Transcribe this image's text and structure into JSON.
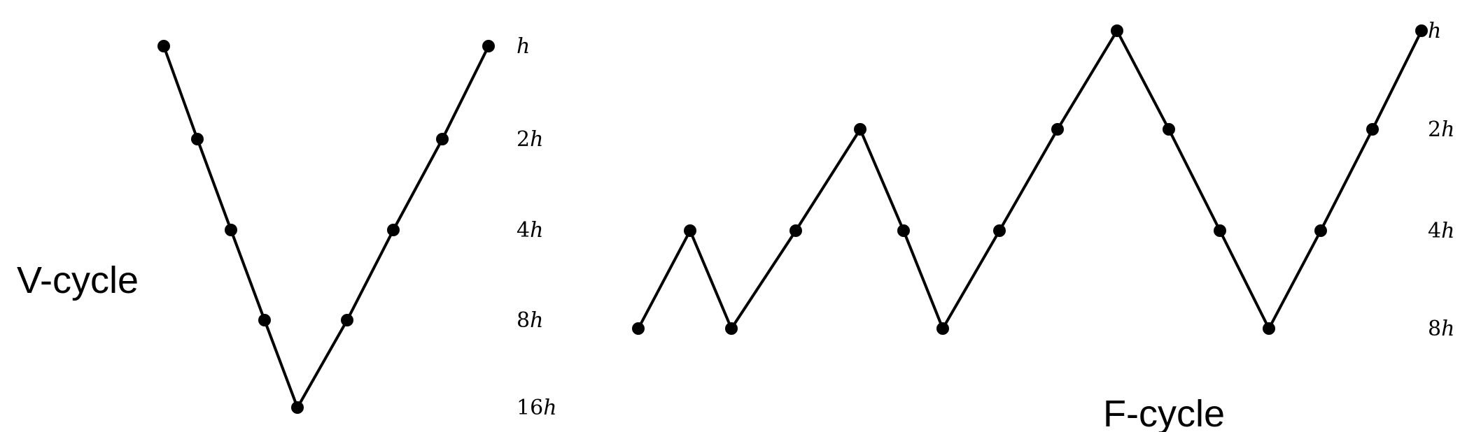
{
  "v_cycle": {
    "title": "V-cycle",
    "levels": [
      {
        "coef": "",
        "unit": "h"
      },
      {
        "coef": "2",
        "unit": "h"
      },
      {
        "coef": "4",
        "unit": "h"
      },
      {
        "coef": "8",
        "unit": "h"
      },
      {
        "coef": "16",
        "unit": "h"
      }
    ],
    "level_sequence": [
      0,
      1,
      2,
      3,
      4,
      3,
      2,
      1,
      0
    ]
  },
  "f_cycle": {
    "title": "F-cycle",
    "levels": [
      {
        "coef": "",
        "unit": "h"
      },
      {
        "coef": "2",
        "unit": "h"
      },
      {
        "coef": "4",
        "unit": "h"
      },
      {
        "coef": "8",
        "unit": "h"
      }
    ],
    "level_sequence": [
      3,
      2,
      3,
      2,
      1,
      2,
      3,
      2,
      1,
      0,
      1,
      2,
      3,
      2,
      1,
      0
    ]
  },
  "colors": {
    "ink": "#000000",
    "background": "#ffffff"
  }
}
